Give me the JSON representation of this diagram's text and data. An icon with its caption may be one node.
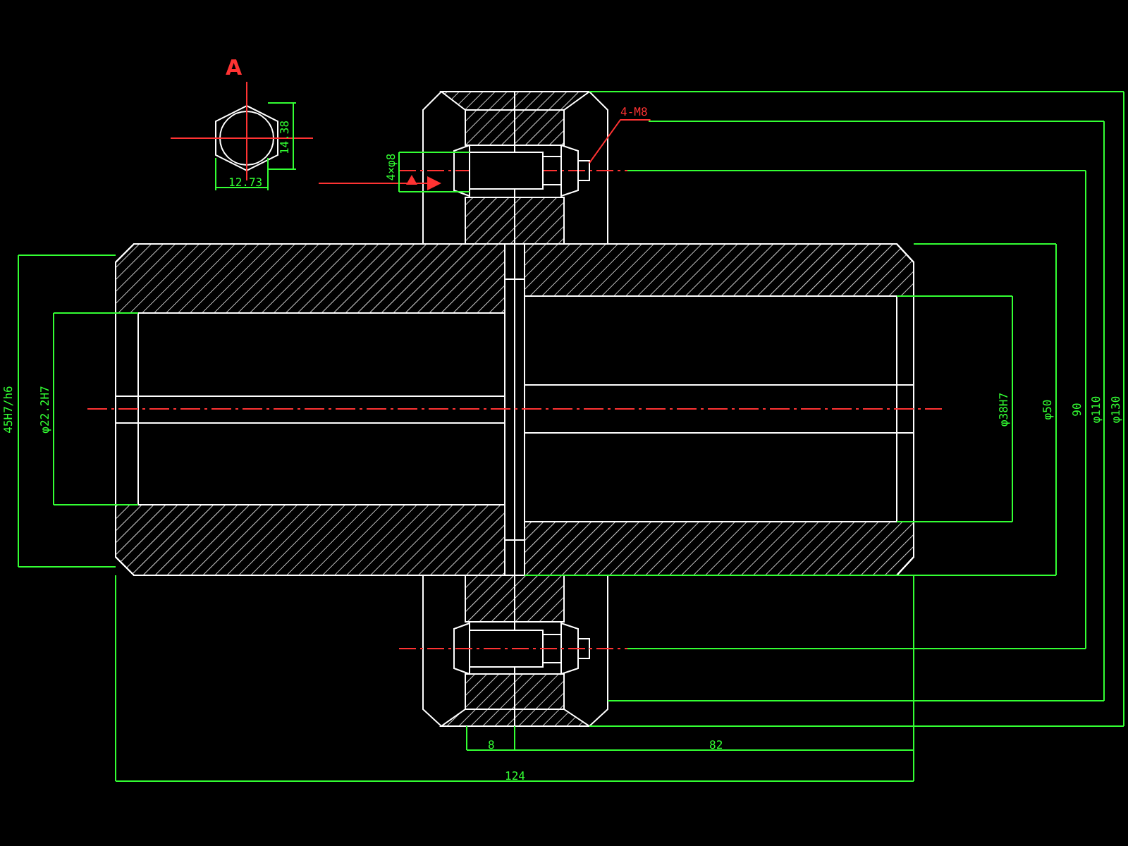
{
  "diagram": {
    "nodes": [
      {
        "text": [
          "4-M8"
        ]
      },
      {
        "text": [],
        "shape": "picture"
      }
    ],
    "edges": [
      {
        "from": 0,
        "to": 1,
        "arrow": "none"
      }
    ],
    "labels": [
      "A",
      "14.38",
      "12.73",
      "4×φ8",
      "45H7/h6",
      "φ22.2H7",
      "φ38H7",
      "φ50",
      "90",
      "φ110",
      "φ130",
      "8",
      "82",
      "124"
    ]
  }
}
